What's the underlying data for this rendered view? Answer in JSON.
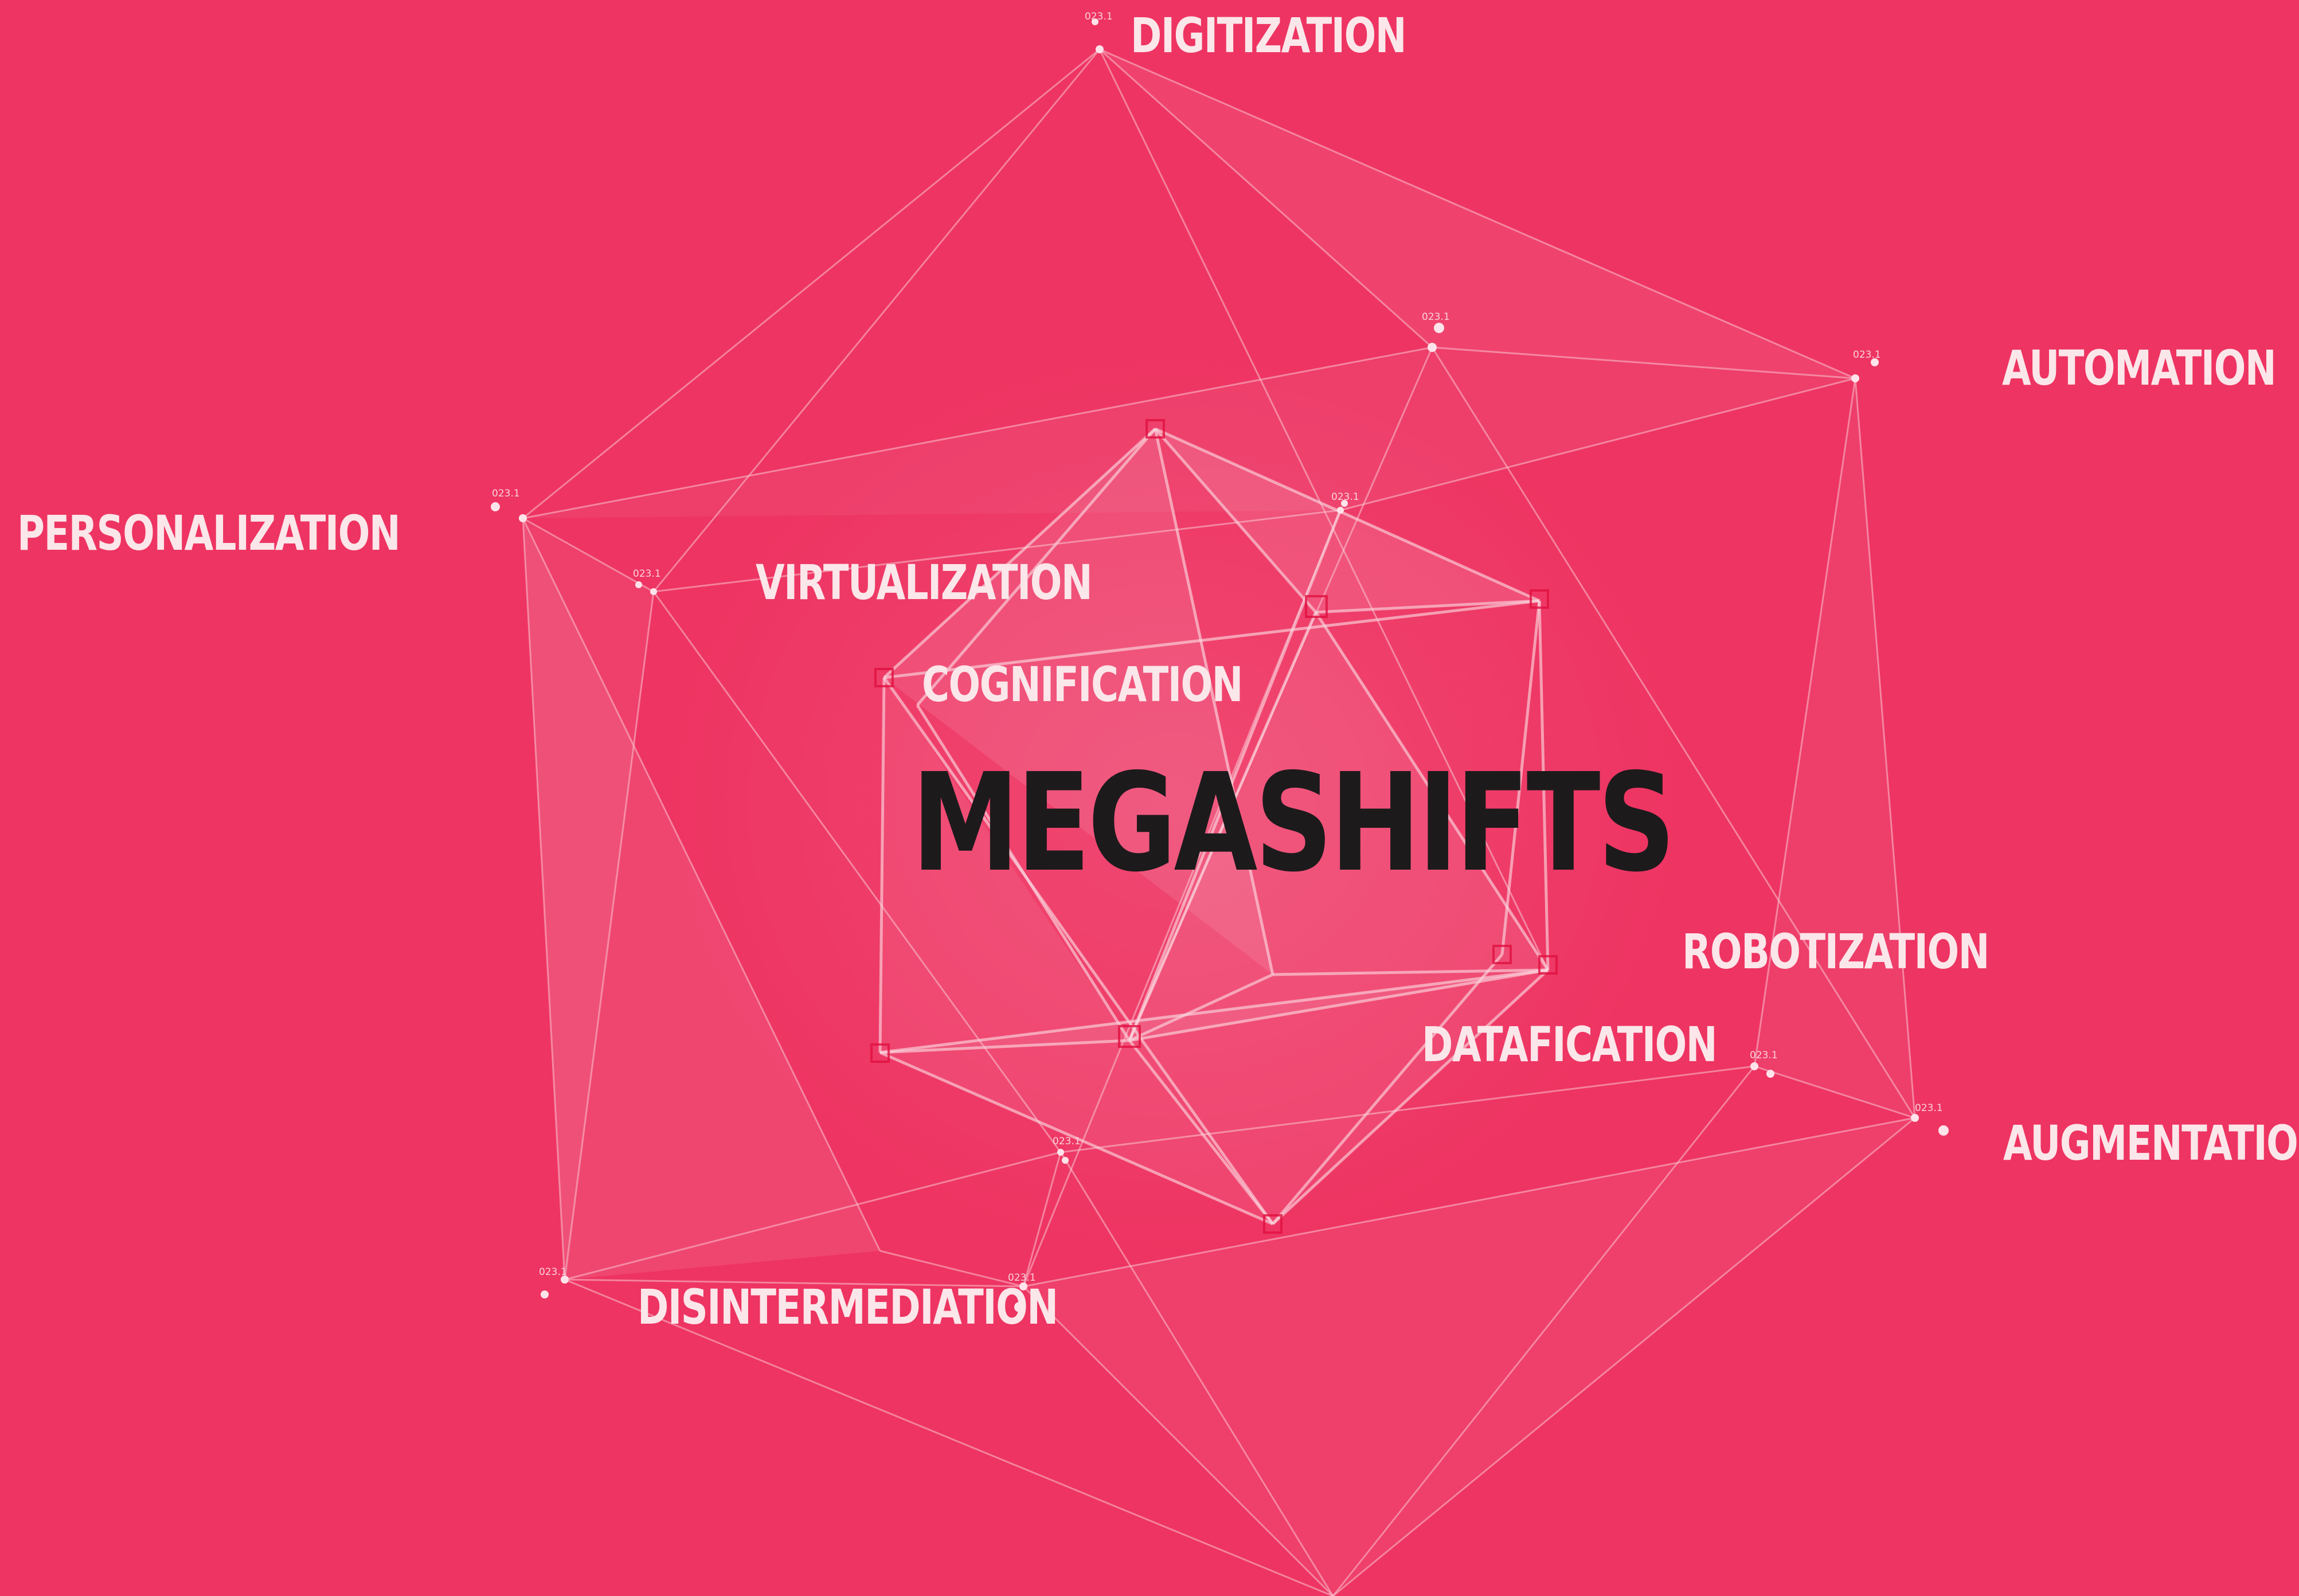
{
  "diagram": {
    "title": "MEGASHIFTS",
    "outer_labels": {
      "digitization": "DIGITIZATION",
      "automation": "AUTOMATION",
      "personalization": "PERSONALIZATION",
      "robotization": "ROBOTIZATION",
      "augmentation": "AUGMENTATION",
      "disintermediation": "DISINTERMEDIATION"
    },
    "inner_labels": {
      "virtualization": "VIRTUALIZATION",
      "cognification": "COGNIFICATION",
      "datafication": "DATAFICATION"
    },
    "node_tag": "023.1",
    "colors": {
      "background": "#ee3462",
      "label": "#fbe6ea",
      "title": "#1d1a1c",
      "edge": "#f9c2cf",
      "node": "#ffe3ea",
      "square_marker": "#e01040"
    }
  }
}
